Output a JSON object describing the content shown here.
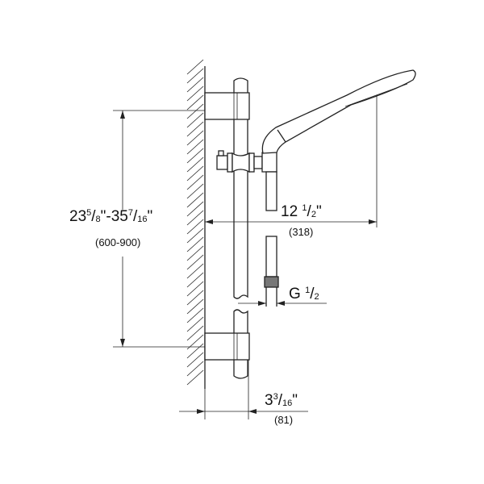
{
  "dimensions": {
    "height_range": {
      "main": "23",
      "num1": "5",
      "den1": "8",
      "mid": "\"-35",
      "num2": "7",
      "den2": "16",
      "end": "\"",
      "metric": "(600-900)"
    },
    "projection": {
      "main": "12",
      "num": "1",
      "den": "2",
      "end": "\"",
      "metric": "(318)"
    },
    "thread": {
      "main": "G",
      "num": "1",
      "den": "2"
    },
    "wall_offset": {
      "main": "3",
      "num": "3",
      "den": "16",
      "end": "\"",
      "metric": "(81)"
    }
  }
}
